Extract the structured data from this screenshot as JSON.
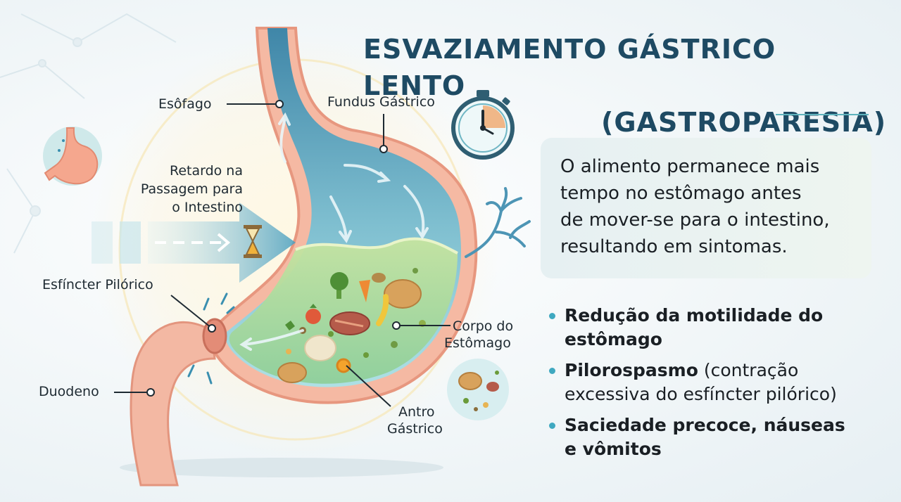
{
  "title": {
    "line1": "ESVAZIAMENTO GÁSTRICO LENTO",
    "line2": "(GASTROPARESIA)"
  },
  "labels": {
    "esofago": "Esôfago",
    "fundus": "Fundus Gástrico",
    "retardo": [
      "Retardo na",
      "Passagem para",
      "o Intestino"
    ],
    "esfincter": "Esfíncter Pilórico",
    "corpo": [
      "Corpo do",
      "Estômago"
    ],
    "duodeno": "Duodeno",
    "antro": [
      "Antro",
      "Gástrico"
    ]
  },
  "info": {
    "lines": [
      "O alimento permanece mais",
      "tempo no estômago antes",
      "de mover-se para o intestino,",
      "resultando em sintomas."
    ]
  },
  "bullets": [
    {
      "bold1": "Redução da motilidade do",
      "bold2": "estômago",
      "rest1": "",
      "rest2": ""
    },
    {
      "bold1": "Pilorospasmo",
      "rest1": " (contração",
      "bold2": "",
      "rest2": "excessiva do esfíncter pilórico)"
    },
    {
      "bold1": "Saciedade precoce, náuseas",
      "bold2": "e vômitos",
      "rest1": "",
      "rest2": ""
    }
  ],
  "colors": {
    "title": "#1e4a63",
    "accent": "#3fa8c0",
    "stomach_wall": "#f0a490",
    "stomach_inner": "#4f9bb6",
    "chyme": "#a9d48e"
  }
}
